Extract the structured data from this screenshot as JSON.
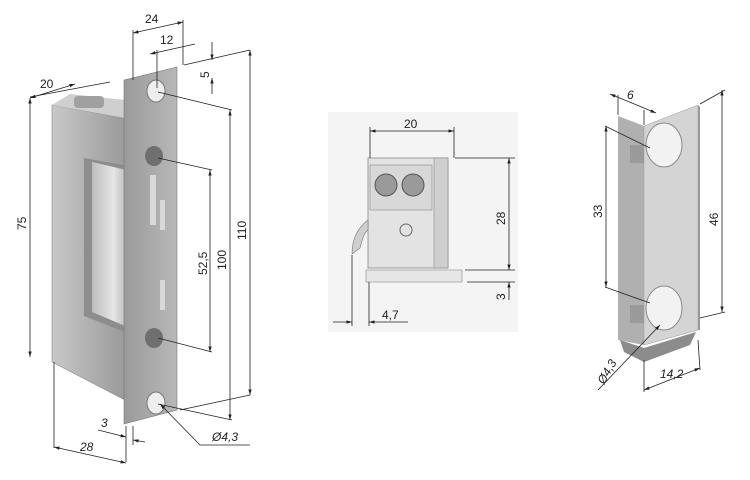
{
  "drawing": {
    "title": "Electric strike lock dimension drawing",
    "units": "mm",
    "colors": {
      "metal_light": "#d6d6d6",
      "metal_mid": "#a9a9a9",
      "metal_dark": "#7e7e7e",
      "line": "#222222",
      "background": "#ffffff",
      "panel_bg": "#f2f2f2"
    }
  },
  "views": {
    "strike_body": {
      "dims": {
        "plate_width": "24",
        "hole_offset": "12",
        "hole_top_offset": "5",
        "body_depth": "20",
        "body_height": "75",
        "screw_spacing": "52,5",
        "hole_spacing": "100",
        "plate_height": "110",
        "plate_thickness": "3",
        "total_depth": "28",
        "hole_diameter": "Ø4,3"
      }
    },
    "end_view": {
      "dims": {
        "width": "20",
        "height": "28",
        "base_thickness": "3",
        "latch_offset": "4,7"
      }
    },
    "angle_plate": {
      "dims": {
        "flange": "6",
        "hole_spacing": "33",
        "height": "46",
        "hole_diameter": "Ø4,3",
        "width": "14,2"
      }
    }
  }
}
